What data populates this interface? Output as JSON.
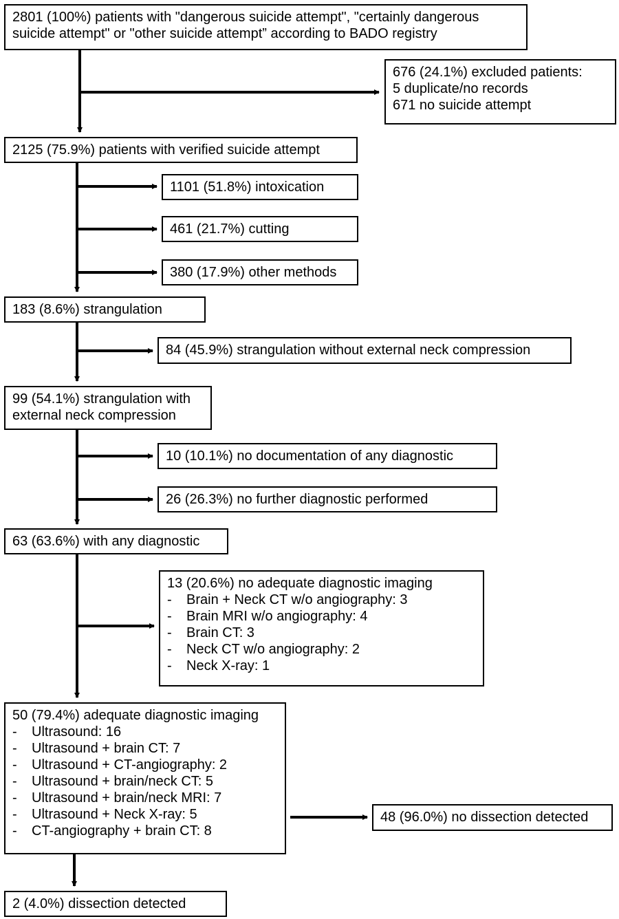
{
  "flowchart": {
    "b1": {
      "lines": [
        "2801 (100%) patients with \"dangerous suicide attempt\", \"certainly dangerous",
        "suicide attempt\" or \"other suicide attempt” according to BADO registry"
      ]
    },
    "b2": {
      "lines": [
        "676 (24.1%) excluded patients:",
        "5 duplicate/no records",
        "671 no suicide attempt"
      ]
    },
    "b3": {
      "lines": [
        "2125 (75.9%) patients with verified suicide attempt"
      ]
    },
    "b4": {
      "lines": [
        "1101 (51.8%) intoxication"
      ]
    },
    "b5": {
      "lines": [
        "461 (21.7%) cutting"
      ]
    },
    "b6": {
      "lines": [
        "380 (17.9%) other methods"
      ]
    },
    "b7": {
      "lines": [
        "183 (8.6%) strangulation"
      ]
    },
    "b8": {
      "lines": [
        "84 (45.9%) strangulation without external neck compression"
      ]
    },
    "b9": {
      "lines": [
        "99 (54.1%) strangulation with",
        "external neck compression"
      ]
    },
    "b10": {
      "lines": [
        "10 (10.1%) no documentation of any diagnostic"
      ]
    },
    "b11": {
      "lines": [
        "26 (26.3%) no further diagnostic performed"
      ]
    },
    "b12": {
      "lines": [
        "63 (63.6%) with any diagnostic"
      ]
    },
    "b13": {
      "title": "13 (20.6%) no adequate diagnostic imaging",
      "items": [
        "Brain + Neck CT w/o angiography: 3",
        "Brain MRI w/o angiography: 4",
        "Brain CT: 3",
        "Neck CT w/o angiography: 2",
        "Neck X-ray: 1"
      ]
    },
    "b14": {
      "title": "50 (79.4%) adequate diagnostic imaging",
      "items": [
        "Ultrasound: 16",
        "Ultrasound + brain CT: 7",
        "Ultrasound + CT-angiography: 2",
        "Ultrasound + brain/neck CT: 5",
        "Ultrasound + brain/neck MRI: 7",
        "Ultrasound + Neck X-ray: 5",
        "CT-angiography + brain CT: 8"
      ]
    },
    "b15": {
      "lines": [
        "48 (96.0%) no dissection detected"
      ]
    },
    "b16": {
      "lines": [
        "2 (4.0%) dissection detected"
      ]
    },
    "bullet": "-"
  }
}
